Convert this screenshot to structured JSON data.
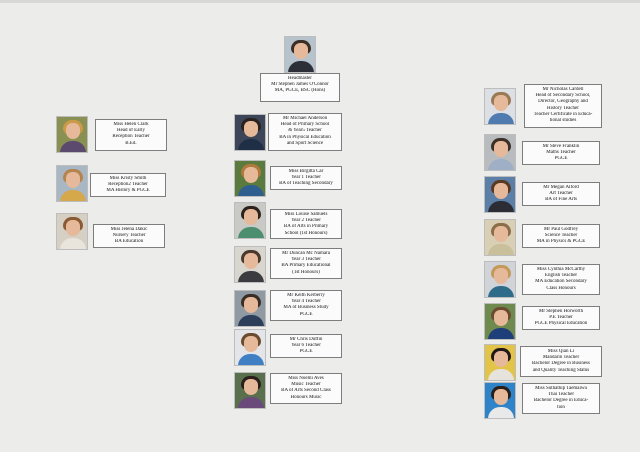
{
  "headmaster": {
    "lines": [
      "Headmaster",
      "Mr Stephen James O'Connor",
      "MA, PGCE, BSC (Hons)"
    ],
    "colors": {
      "bg": "#b7c3cc",
      "hair": "#3b2e24",
      "body": "#2d2f38"
    }
  },
  "left": [
    {
      "lines": [
        "Miss Helen Clark",
        "Head of Early",
        "Reception Teacher",
        "B.Ed."
      ],
      "colors": {
        "bg": "#8a8f52",
        "hair": "#c99a48",
        "body": "#5b4a6e"
      }
    },
    {
      "lines": [
        "Miss Kristy Smith",
        "Reception2 Teacher",
        "MA History & PGCE"
      ],
      "colors": {
        "bg": "#a9b6c4",
        "hair": "#b3844d",
        "body": "#d4a84b"
      }
    },
    {
      "lines": [
        "Miss Jelena Dakic",
        "Nursery Teacher",
        "BA Education"
      ],
      "colors": {
        "bg": "#d6d0c4",
        "hair": "#8a5a34",
        "body": "#e9e4dc"
      }
    }
  ],
  "middle": [
    {
      "lines": [
        "Mr Michael Anderson",
        "Head of Primary School",
        "& Year5 Teacher",
        "BA in Physical Education",
        "and Sport Science"
      ],
      "colors": {
        "bg": "#3c4658",
        "hair": "#2a2220",
        "body": "#1f2f46"
      }
    },
    {
      "lines": [
        "Miss Birgitta Car",
        "Year 1 Teacher",
        "BA of Teaching Secondary"
      ],
      "colors": {
        "bg": "#5b7a3e",
        "hair": "#b07a3c",
        "body": "#2f5f8f"
      }
    },
    {
      "lines": [
        "Miss Louise Samuels",
        "Year 2 Teacher",
        "BA of Arts in Primary",
        "School (1st Honours)"
      ],
      "colors": {
        "bg": "#c9c9c5",
        "hair": "#2d231d",
        "body": "#4c8f70"
      }
    },
    {
      "lines": [
        "Mr Duncan Mc Namara",
        "Year 3 Teacher",
        "BA Primary Educational",
        "(1st Honours)"
      ],
      "colors": {
        "bg": "#d9d6d0",
        "hair": "#4a3a2e",
        "body": "#3c3c40"
      }
    },
    {
      "lines": [
        "Mr Keith Kerberry",
        "Year 4 Teacher",
        "MA of Business Study",
        "PGCE"
      ],
      "colors": {
        "bg": "#8f9aa3",
        "hair": "#3a2d25",
        "body": "#2d3e5a"
      }
    },
    {
      "lines": [
        "Mr Chris Duffin",
        "Year 6 Teacher",
        "PGCE"
      ],
      "colors": {
        "bg": "#e3e5e8",
        "hair": "#6b4b2e",
        "body": "#3f7fc4"
      }
    },
    {
      "lines": [
        "Miss Noemi Aves",
        "Music Teacher",
        "BA of Arts Second Class",
        "Honours Music"
      ],
      "colors": {
        "bg": "#5a6f4d",
        "hair": "#2b1f1b",
        "body": "#6a4a7a"
      }
    }
  ],
  "right": [
    {
      "lines": [
        "Mr Nicholas Cardell",
        "Head of Secondary School,",
        "Director, Geography and",
        "History Teacher",
        "Teacher Certificate in Educa-",
        "tional studies"
      ],
      "colors": {
        "bg": "#dcdfe3",
        "hair": "#9a7a54",
        "body": "#4f7bb0"
      }
    },
    {
      "lines": [
        "Mr Steve Franklin",
        "Maths Teacher",
        "PGCE"
      ],
      "colors": {
        "bg": "#b9bcbf",
        "hair": "#3c3028",
        "body": "#9fb0c6"
      }
    },
    {
      "lines": [
        "Mr Megan Alford",
        "Art Teacher",
        "BA of Fine Arts"
      ],
      "colors": {
        "bg": "#5c7fa8",
        "hair": "#5a3a24",
        "body": "#2c2c34"
      }
    },
    {
      "lines": [
        "Mr Paul Godfrey",
        "Science Teacher",
        "MA in Physics & PGCE"
      ],
      "colors": {
        "bg": "#d8cfb4",
        "hair": "#8a6e4a",
        "body": "#c9bf9a"
      }
    },
    {
      "lines": [
        "Miss Cynthia McCarthy",
        "English Teacher",
        "MA Education Secondary",
        "Class Honours"
      ],
      "colors": {
        "bg": "#d0d4d8",
        "hair": "#c49a5a",
        "body": "#2e6c8a"
      }
    },
    {
      "lines": [
        "Mr Stephen Horworth",
        "P.E Teacher",
        "PGCE Physical Education"
      ],
      "colors": {
        "bg": "#6f8a4f",
        "hair": "#6b4c30",
        "body": "#1f3f7a"
      }
    },
    {
      "lines": [
        "Miss Qian Li",
        "Mandarin Teacher",
        "Bachelor Degree in Business",
        "and Quality Teaching Status"
      ],
      "colors": {
        "bg": "#e3c44a",
        "hair": "#221a18",
        "body": "#e6e2dc"
      }
    },
    {
      "lines": [
        "Miss Suthathip Taemaiwu",
        "Thai Teacher",
        "Bachelor Degree in Educa-",
        "tion"
      ],
      "colors": {
        "bg": "#2f83c9",
        "hair": "#2a201a",
        "body": "#e9e9ea"
      }
    }
  ]
}
